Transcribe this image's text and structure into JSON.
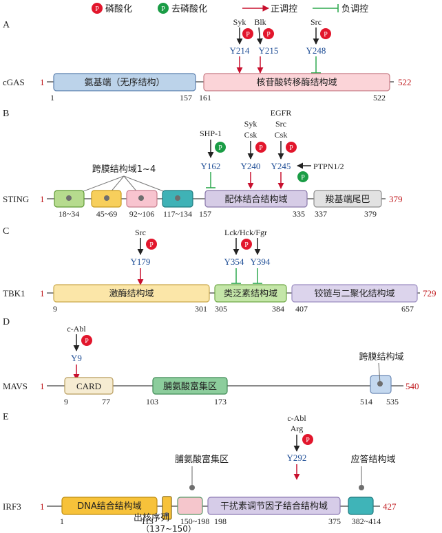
{
  "legend": {
    "phospho": "磷酸化",
    "dephospho": "去磷酸化",
    "pos_reg": "正调控",
    "neg_reg": "负调控",
    "p_glyph": "P"
  },
  "colors": {
    "phospho_red": "#e2162c",
    "dephospho_green": "#1a9c45",
    "site_blue": "#1f4e96",
    "number_red": "#c0191d",
    "reg_red": "#c8102e",
    "reg_green": "#2ea84f"
  },
  "panels": {
    "A": {
      "letter": "A",
      "protein": "cGAS",
      "start": "1",
      "end": "522",
      "domains": [
        {
          "label": "氨基端（无序结构）",
          "fill": "#bcd3ea",
          "stroke": "#5a7fae"
        },
        {
          "label": "核苷酸转移酶结构域",
          "fill": "#fbd4d8",
          "stroke": "#c77b84"
        }
      ],
      "positions": [
        "1",
        "157",
        "161",
        "522"
      ],
      "regulators": [
        "Syk",
        "Blk",
        "Src"
      ],
      "sites": [
        "Y214",
        "Y215",
        "Y248"
      ]
    },
    "B": {
      "letter": "B",
      "protein": "STING",
      "start": "1",
      "end": "379",
      "tm_label": "跨膜结构域1~4",
      "tm_ranges": [
        "18~34",
        "45~69",
        "92~106",
        "117~134"
      ],
      "domains": [
        {
          "label": "配体结合结构域",
          "fill": "#d6cce6",
          "stroke": "#8a78aa"
        },
        {
          "label": "羧基端尾巴",
          "fill": "#e2e2e2",
          "stroke": "#8d8d8d"
        }
      ],
      "positions": [
        "157",
        "335",
        "337",
        "379"
      ],
      "regulators": [
        "SHP-1",
        "Syk",
        "Csk",
        "EGFR",
        "Src",
        "Csk",
        "PTPN1/2"
      ],
      "sites": [
        "Y162",
        "Y240",
        "Y245"
      ]
    },
    "C": {
      "letter": "C",
      "protein": "TBK1",
      "start": "1",
      "end": "729",
      "domains": [
        {
          "label": "激酶结构域",
          "fill": "#fbe6a8",
          "stroke": "#c9a84a"
        },
        {
          "label": "类泛素结构域",
          "fill": "#c4e6a8",
          "stroke": "#6ea846"
        },
        {
          "label": "铰链与二聚化结构域",
          "fill": "#dcd4ec",
          "stroke": "#9a8cc0"
        }
      ],
      "positions": [
        "9",
        "301",
        "305",
        "384",
        "407",
        "657"
      ],
      "regulators": [
        "Src",
        "Lck/Hck/Fgr"
      ],
      "sites": [
        "Y179",
        "Y354",
        "Y394"
      ]
    },
    "D": {
      "letter": "D",
      "protein": "MAVS",
      "start": "1",
      "end": "540",
      "domains": [
        {
          "label": "CARD",
          "fill": "#f6ecd2",
          "stroke": "#b89c5c"
        },
        {
          "label": "脯氨酸富集区",
          "fill": "#8ccd9c",
          "stroke": "#3f8a55"
        },
        {
          "label": "跨膜结构域",
          "fill": "#c4d8ef",
          "stroke": "#6a88b4"
        }
      ],
      "positions": [
        "9",
        "77",
        "103",
        "173",
        "514",
        "535"
      ],
      "regulators": [
        "c-Abl"
      ],
      "sites": [
        "Y9"
      ]
    },
    "E": {
      "letter": "E",
      "protein": "IRF3",
      "start": "1",
      "end": "427",
      "domains": [
        {
          "label": "DNA结合结构域",
          "fill": "#f7c23a",
          "stroke": "#c08e10"
        },
        {
          "label": "出核序列",
          "fill": "#f7c23a",
          "stroke": "#8a6a10"
        },
        {
          "label": "脯氨酸富集区",
          "fill": "#f5c6cc",
          "stroke": "#5a9a6a"
        },
        {
          "label": "干扰素调节因子结合结构域",
          "fill": "#d6cce8",
          "stroke": "#8e7cb4"
        },
        {
          "label": "应答结构域",
          "fill": "#3fb4b8",
          "stroke": "#1f7a7e"
        }
      ],
      "positions": [
        "1",
        "113",
        "150~198",
        "198",
        "375",
        "382~414"
      ],
      "nes_range": "（137~150）",
      "regulators": [
        "c-Abl",
        "Arg"
      ],
      "sites": [
        "Y292"
      ]
    }
  }
}
